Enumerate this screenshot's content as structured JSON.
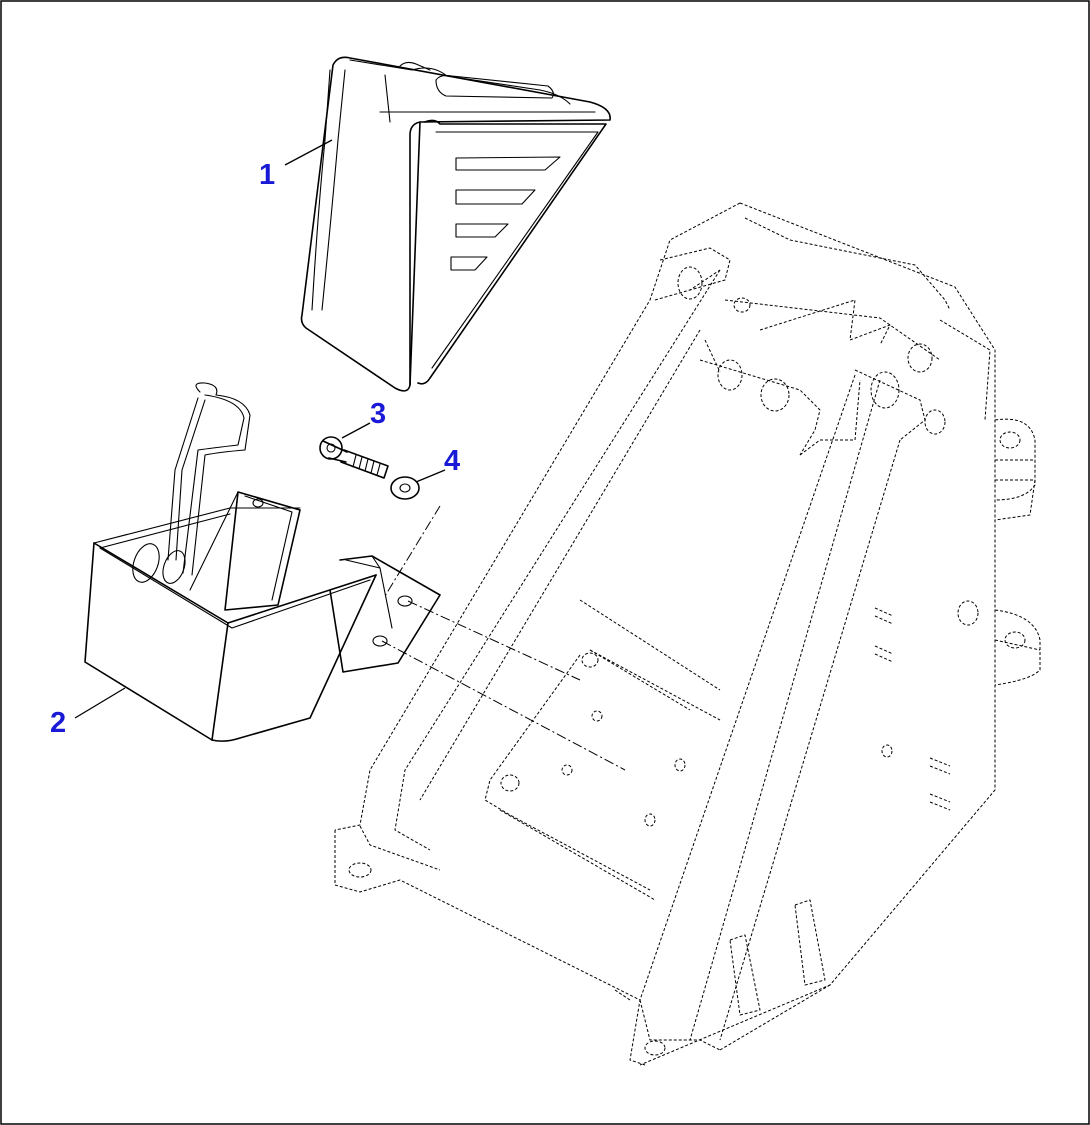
{
  "callouts": [
    {
      "id": "1",
      "label": "1"
    },
    {
      "id": "2",
      "label": "2"
    },
    {
      "id": "3",
      "label": "3"
    },
    {
      "id": "4",
      "label": "4"
    }
  ],
  "colors": {
    "callout": "#1a1ad6",
    "line": "#000000",
    "background": "#ffffff"
  }
}
